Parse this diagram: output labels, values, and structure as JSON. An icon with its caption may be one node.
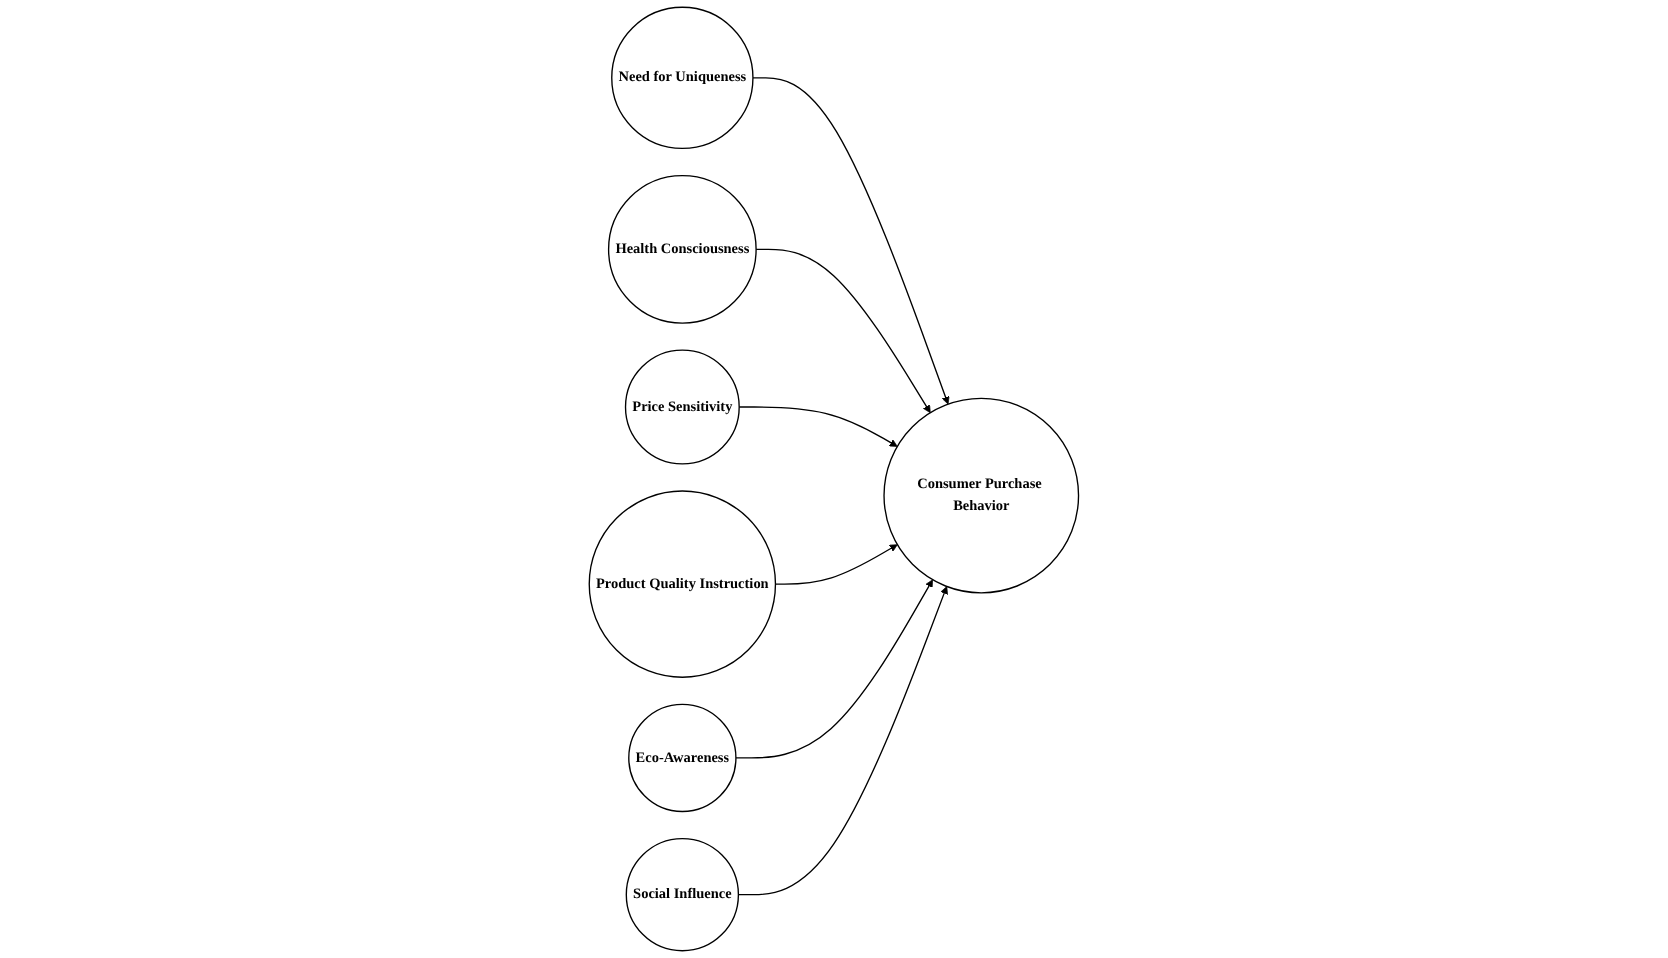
{
  "diagram": {
    "nodes": [
      {
        "text": [
          "Need for Uniqueness"
        ]
      },
      {
        "text": [
          "Health Consciousness"
        ]
      },
      {
        "text": [
          "Price Sensitivity"
        ]
      },
      {
        "text": [
          "Consumer Purchase Behavior"
        ]
      },
      {
        "text": [
          "Eco-Awareness"
        ]
      },
      {
        "text": [
          "Product Quality Instruction"
        ]
      },
      {
        "text": [
          "Social Influence"
        ]
      }
    ],
    "edges": [
      {
        "from": 0,
        "to": 3,
        "arrow": "to"
      },
      {
        "from": 1,
        "to": 3,
        "arrow": "to"
      },
      {
        "from": 2,
        "to": 3,
        "arrow": "to"
      },
      {
        "from": 5,
        "to": 3,
        "arrow": "to"
      },
      {
        "from": 4,
        "to": 3,
        "arrow": "to"
      },
      {
        "from": 6,
        "to": 3,
        "arrow": "to"
      }
    ]
  }
}
